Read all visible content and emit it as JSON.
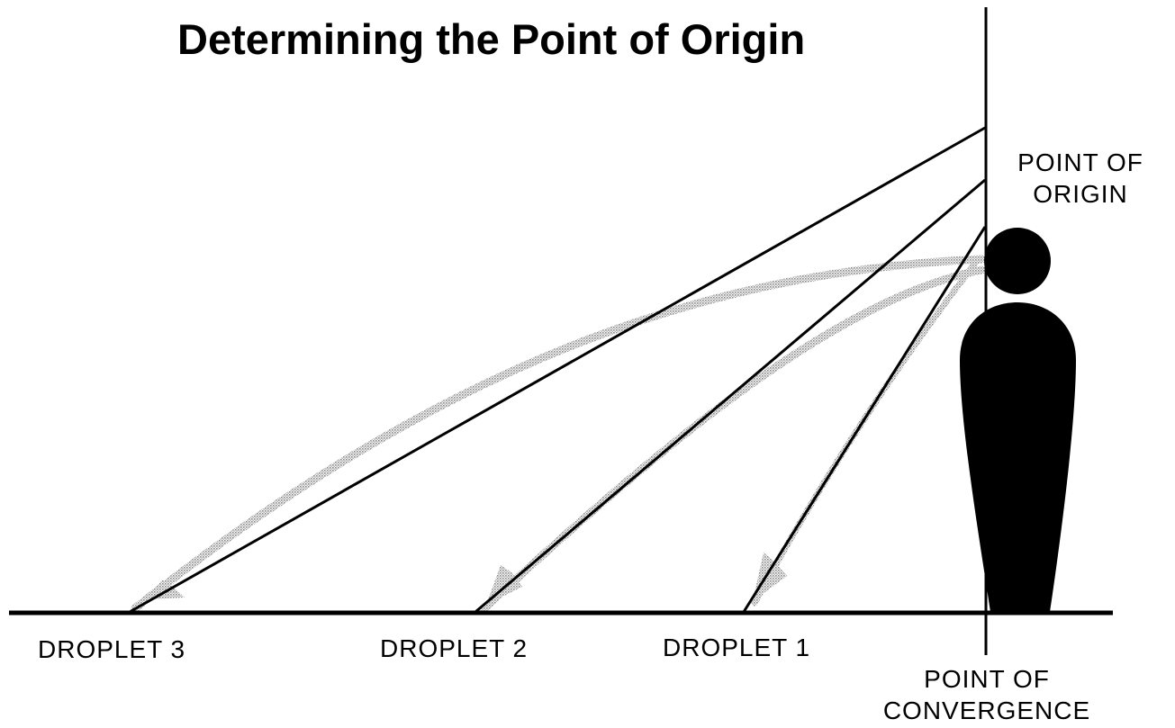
{
  "title": "Determining the Point of Origin",
  "labels": {
    "point_of_origin_line1": "POINT OF",
    "point_of_origin_line2": "ORIGIN",
    "droplet_3": "DROPLET 3",
    "droplet_2": "DROPLET 2",
    "droplet_1": "DROPLET 1",
    "point_of_convergence_line1": "POINT OF",
    "point_of_convergence_line2": "CONVERGENCE"
  },
  "colors": {
    "ink": "#000000",
    "trajectory_shade": "#b8b8b8",
    "background": "#ffffff"
  },
  "icons": {
    "figure": "person-silhouette-icon"
  }
}
